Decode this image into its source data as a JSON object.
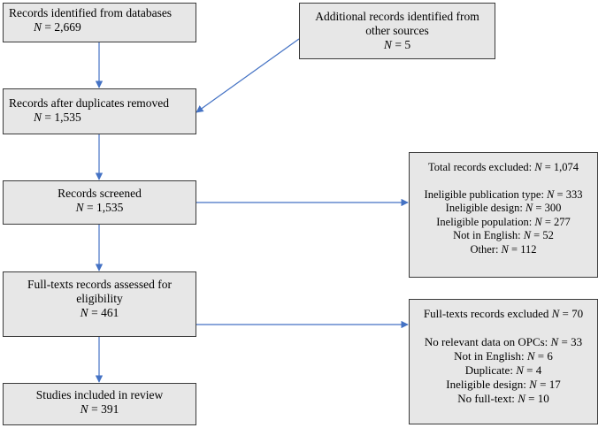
{
  "boxes": {
    "identified": {
      "title": "Records identified from databases",
      "n_label": "N",
      "n_value": "2,669"
    },
    "additional": {
      "title_line1": "Additional records identified from",
      "title_line2": "other sources",
      "n_label": "N",
      "n_value": "5"
    },
    "after_duplicates": {
      "title": "Records after duplicates removed",
      "n_label": "N",
      "n_value": "1,535"
    },
    "screened": {
      "title": "Records screened",
      "n_label": "N",
      "n_value": "1,535"
    },
    "assessed": {
      "title_line1": "Full-texts records assessed for",
      "title_line2": "eligibility",
      "n_label": "N",
      "n_value": "461"
    },
    "included": {
      "title": "Studies included in review",
      "n_label": "N",
      "n_value": "391"
    },
    "excluded_records": {
      "header": "Total records excluded:",
      "header_n_label": "N",
      "header_n_value": "1,074",
      "items": [
        {
          "label": "Ineligible publication type:",
          "n_label": "N",
          "value": "333"
        },
        {
          "label": "Ineligible design:",
          "n_label": "N",
          "value": "300"
        },
        {
          "label": "Ineligible population:",
          "n_label": "N",
          "value": "277"
        },
        {
          "label": "Not in English:",
          "n_label": "N",
          "value": "52"
        },
        {
          "label": "Other:",
          "n_label": "N",
          "value": "112"
        }
      ]
    },
    "excluded_fulltexts": {
      "header": "Full-texts records excluded",
      "header_n_label": "N",
      "header_n_value": "70",
      "items": [
        {
          "label": "No relevant data on OPCs:",
          "n_label": "N",
          "value": "33"
        },
        {
          "label": "Not in English:",
          "n_label": "N",
          "value": "6"
        },
        {
          "label": "Duplicate:",
          "n_label": "N",
          "value": "4"
        },
        {
          "label": "Ineligible design:",
          "n_label": "N",
          "value": "17"
        },
        {
          "label": "No full-text:",
          "n_label": "N",
          "value": "10"
        }
      ]
    }
  },
  "colors": {
    "box_fill": "#e7e7e7",
    "box_border": "#3a3a3a",
    "arrow": "#4472c4"
  }
}
